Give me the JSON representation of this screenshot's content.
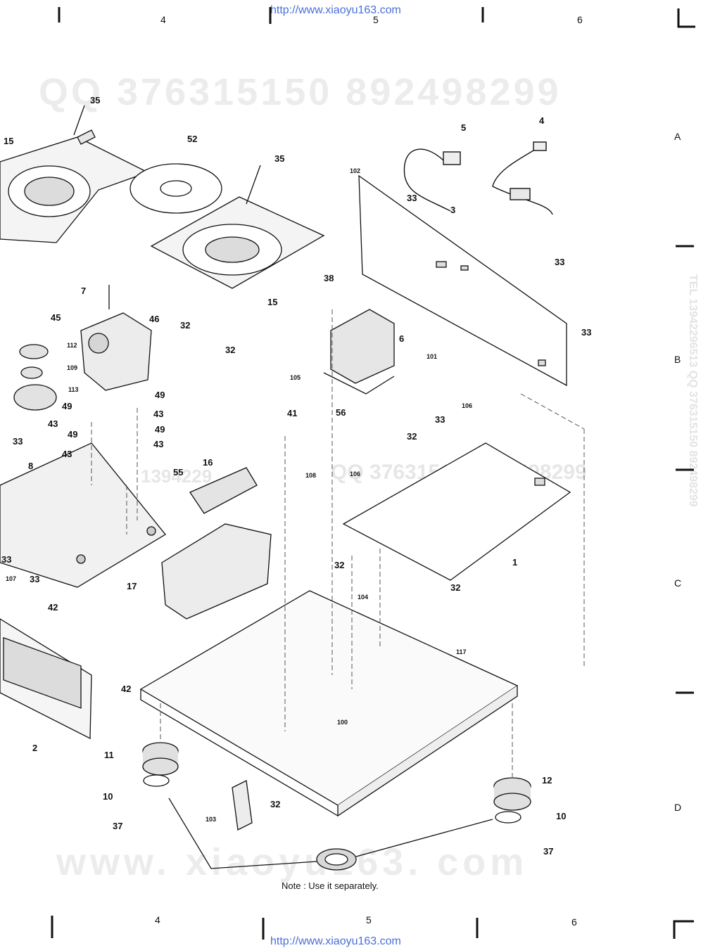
{
  "header": {
    "url": "http://www.xiaoyu163.com",
    "columns": [
      "4",
      "5",
      "6"
    ]
  },
  "footer": {
    "url": "http://www.xiaoyu163.com",
    "columns": [
      "4",
      "5",
      "6"
    ]
  },
  "rows": [
    "A",
    "B",
    "C",
    "D"
  ],
  "watermarks": {
    "qq": "QQ 376315150    892498299",
    "web": "www. xiaoyu163. com",
    "tel": "TEL 13942296513  QQ 376315150  892498299",
    "mid": "QQ 376315150 892498299",
    "mid2": "1394229"
  },
  "note": "Note : Use it separately.",
  "part_labels": {
    "p35a": "35",
    "p15a": "15",
    "p52": "52",
    "p35b": "35",
    "p15b": "15",
    "p5": "5",
    "p4": "4",
    "p102": "102",
    "p33a": "33",
    "p3": "3",
    "p33b": "33",
    "p33c": "33",
    "p38": "38",
    "p6": "6",
    "p101": "101",
    "p7": "7",
    "p46": "46",
    "p32a": "32",
    "p45": "45",
    "p112": "112",
    "p109a": "109",
    "p113": "113",
    "p49a": "49",
    "p43a": "43",
    "p49b": "49",
    "p43b": "43",
    "p49c": "49",
    "p49d": "49",
    "p43c": "43",
    "p43d": "43",
    "p32b": "32",
    "p105a": "105",
    "p41": "41",
    "p56": "56",
    "p106a": "106",
    "p33d": "33",
    "p32c": "32",
    "p33e": "33",
    "p8": "8",
    "p55": "55",
    "p16": "16",
    "p108": "108",
    "p106b": "106",
    "p1": "1",
    "p32d": "32",
    "p33f": "33",
    "p107": "107",
    "p33g": "33",
    "p17": "17",
    "p32e": "32",
    "p104": "104",
    "p42a": "42",
    "p42b": "42",
    "p117": "117",
    "p2": "2",
    "p100": "100",
    "p11": "11",
    "p10a": "10",
    "p37a": "37",
    "p103": "103",
    "p32f": "32",
    "p12": "12",
    "p10b": "10",
    "p37b": "37"
  }
}
